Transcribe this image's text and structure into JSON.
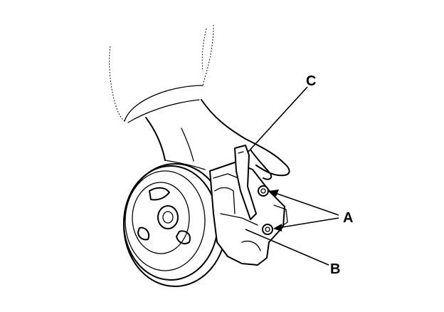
{
  "callouts": {
    "a": "A",
    "b": "B",
    "c": "C"
  },
  "colors": {
    "ink": "#000000",
    "background": "#ffffff"
  }
}
